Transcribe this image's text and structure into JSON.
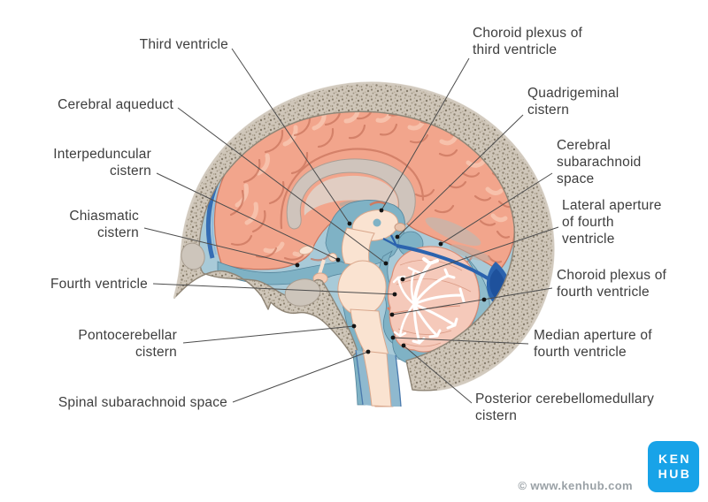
{
  "figure": {
    "description": "Midsagittal section of the head showing brain ventricles and subarachnoid cisterns (cerebrospinal fluid spaces)",
    "labels": [
      {
        "id": "third-ventricle",
        "text": "Third ventricle",
        "side": "left"
      },
      {
        "id": "cerebral-aqueduct",
        "text": "Cerebral aqueduct",
        "side": "left"
      },
      {
        "id": "interpeduncular-cistern",
        "text": "Interpeduncular\ncistern",
        "side": "left"
      },
      {
        "id": "chiasmatic-cistern",
        "text": "Chiasmatic\ncistern",
        "side": "left"
      },
      {
        "id": "fourth-ventricle",
        "text": "Fourth ventricle",
        "side": "left"
      },
      {
        "id": "pontocerebellar-cistern",
        "text": "Pontocerebellar\ncistern",
        "side": "left"
      },
      {
        "id": "spinal-subarachnoid-space",
        "text": "Spinal subarachnoid space",
        "side": "left"
      },
      {
        "id": "choroid-plexus-third-ventricle",
        "text": "Choroid plexus of\nthird ventricle",
        "side": "right"
      },
      {
        "id": "quadrigeminal-cistern",
        "text": "Quadrigeminal\ncistern",
        "side": "right"
      },
      {
        "id": "cerebral-subarachnoid-space",
        "text": "Cerebral\nsubarachnoid\nspace",
        "side": "right"
      },
      {
        "id": "lateral-aperture-fourth-ventricle",
        "text": "Lateral aperture\nof fourth\nventricle",
        "side": "right"
      },
      {
        "id": "choroid-plexus-fourth-ventricle",
        "text": "Choroid plexus of\nfourth ventricle",
        "side": "right"
      },
      {
        "id": "median-aperture-fourth-ventricle",
        "text": "Median aperture of\nfourth ventricle",
        "side": "right"
      },
      {
        "id": "posterior-cerebellomedullary-cistern",
        "text": "Posterior cerebellomedullary\ncistern",
        "side": "right"
      }
    ]
  },
  "branding": {
    "logo_line1": "KEN",
    "logo_line2": "HUB",
    "copyright": "© www.kenhub.com",
    "logo_color": "#18a3e8"
  },
  "colors": {
    "background": "#ffffff",
    "label_text": "#3e3e3e",
    "leader_line": "#4c4c4c",
    "bone": "#cfc6b9",
    "subarachnoid_light_blue": "#a8cad8",
    "csf_teal": "#7fb2c5",
    "dural_sinus_blue": "#2b63ae",
    "cortex_salmon": "#f2a58c",
    "brainstem_cream": "#fae3d1",
    "cerebellum_pink": "#f5c9ba",
    "corpus_callosum_gray": "#cfc4bc"
  }
}
